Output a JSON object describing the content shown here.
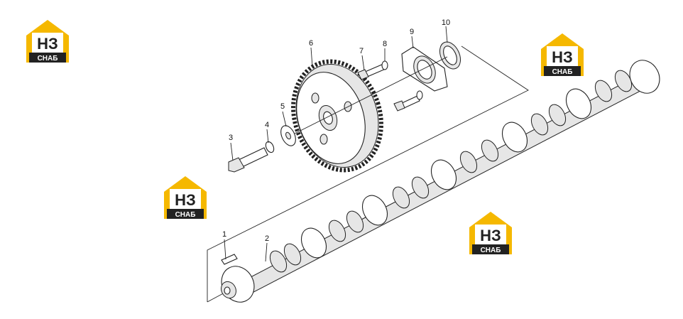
{
  "brand": {
    "logo_letters": "НЗ",
    "logo_word": "СНАБ",
    "colors": {
      "accent": "#f5b800",
      "dark": "#222222",
      "light": "#ffffff"
    }
  },
  "callouts": [
    "1",
    "2",
    "3",
    "4",
    "5",
    "6",
    "7",
    "8",
    "9",
    "10"
  ]
}
